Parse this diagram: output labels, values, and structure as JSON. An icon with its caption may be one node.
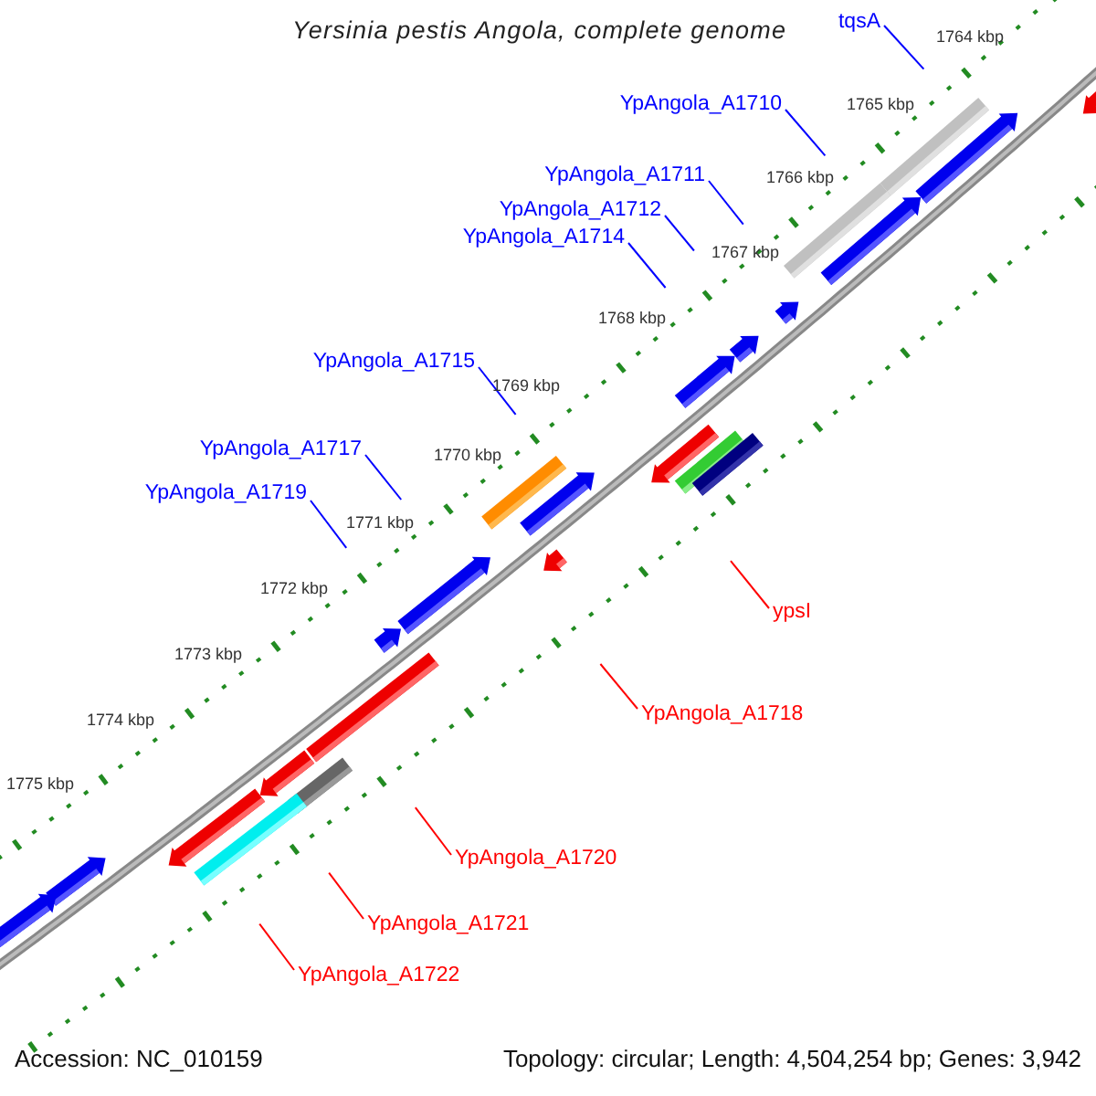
{
  "diagram": {
    "title": "Yersinia pestis Angola, complete genome",
    "nodes": [
      {
        "text": [
          "tqsA"
        ]
      },
      {
        "text": [
          "YpAngola_A1710"
        ]
      },
      {
        "text": [
          "YpAngola_A1711"
        ]
      },
      {
        "text": [
          "YpAngola_A1712"
        ]
      },
      {
        "text": [
          "YpAngola_A1714"
        ]
      },
      {
        "text": [
          "YpAngola_A1715"
        ]
      },
      {
        "text": [
          "YpAngola_A1717"
        ]
      },
      {
        "text": [
          "YpAngola_A1719"
        ]
      },
      {
        "text": [
          "ypsI"
        ]
      },
      {
        "text": [
          "YpAngola_A1718"
        ]
      },
      {
        "text": [
          "YpAngola_A1720"
        ]
      },
      {
        "text": [
          "YpAngola_A1721"
        ]
      },
      {
        "text": [
          "YpAngola_A1722"
        ]
      }
    ],
    "edges": [
      {
        "from": 0,
        "to": null,
        "arrow": "none"
      },
      {
        "from": 1,
        "to": null,
        "arrow": "none"
      },
      {
        "from": 2,
        "to": null,
        "arrow": "none"
      },
      {
        "from": 3,
        "to": null,
        "arrow": "none"
      },
      {
        "from": 4,
        "to": null,
        "arrow": "none"
      },
      {
        "from": 5,
        "to": null,
        "arrow": "none"
      },
      {
        "from": 6,
        "to": null,
        "arrow": "none"
      },
      {
        "from": 7,
        "to": null,
        "arrow": "none"
      },
      {
        "from": 8,
        "to": null,
        "arrow": "none",
        "color": "#ff0000"
      },
      {
        "from": 9,
        "to": null,
        "arrow": "none",
        "color": "#ff0000"
      },
      {
        "from": 10,
        "to": null,
        "arrow": "none",
        "color": "#ff0000"
      },
      {
        "from": 11,
        "to": null,
        "arrow": "none",
        "color": "#ff0000"
      },
      {
        "from": 12,
        "to": null,
        "arrow": "none",
        "color": "#ff0000"
      }
    ],
    "labels": [
      "1764 kbp",
      "1765 kbp",
      "1766 kbp",
      "1767 kbp",
      "1768 kbp",
      "1769 kbp",
      "1770 kbp",
      "1771 kbp",
      "1772 kbp",
      "1773 kbp",
      "1774 kbp",
      "1775 kbp",
      "Accession: NC_010159",
      "Topology: circular; Length: 4,504,254 bp; Genes: 3,942"
    ]
  }
}
